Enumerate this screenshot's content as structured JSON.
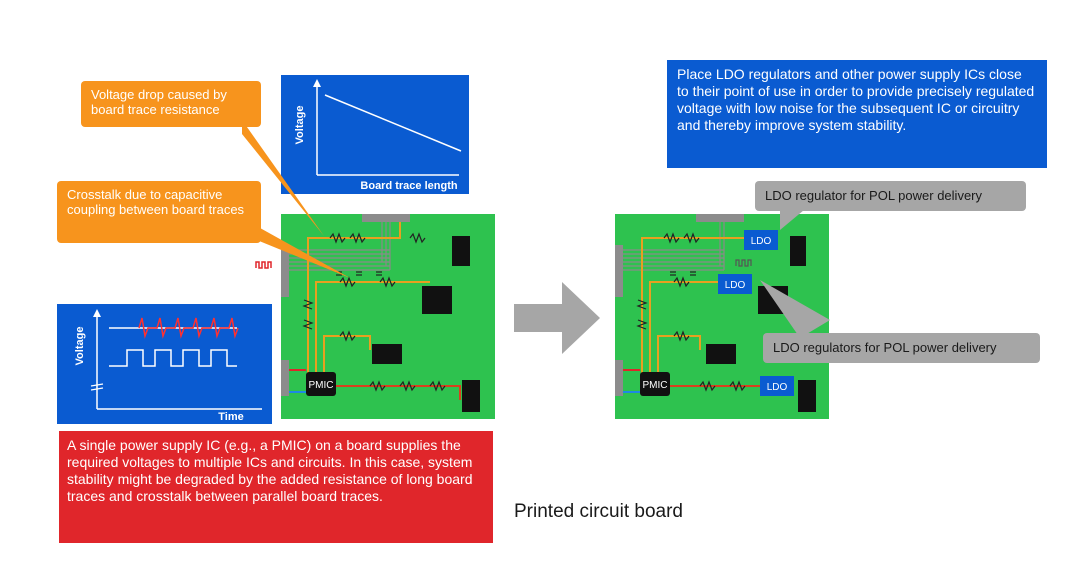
{
  "left": {
    "callout_voltage_drop": "Voltage drop caused by board trace resistance",
    "callout_crosstalk": "Crosstalk due to capacitive coupling between board traces",
    "graph_voltage_drop": {
      "ylabel": "Voltage",
      "xlabel": "Board trace length"
    },
    "graph_crosstalk": {
      "ylabel": "Voltage",
      "xlabel": "Time"
    },
    "pmic_label": "PMIC",
    "description": "A single power supply IC (e.g., a PMIC) on a board supplies the required voltages to multiple ICs and circuits. In this case, system stability might be degraded by the added resistance of long board traces and crosstalk between parallel board traces."
  },
  "right": {
    "note": "Place LDO regulators and other power supply ICs close to their point of use in order to provide precisely regulated voltage with low noise for the subsequent IC or circuitry and thereby improve system stability.",
    "callout_ldo_single": "LDO regulator for POL power delivery",
    "callout_ldo_multi": "LDO regulators for POL power delivery",
    "ldo_label": "LDO",
    "pmic_label": "PMIC"
  },
  "caption": "Printed circuit board",
  "colors": {
    "board_green": "#2ec24f",
    "panel_blue": "#0a5bd1",
    "callout_orange": "#f7941d",
    "callout_gray": "#a6a6a6",
    "warning_red": "#e0262b",
    "trace_orange": "#e8a020",
    "arrow_gray": "#a6a6a6"
  }
}
